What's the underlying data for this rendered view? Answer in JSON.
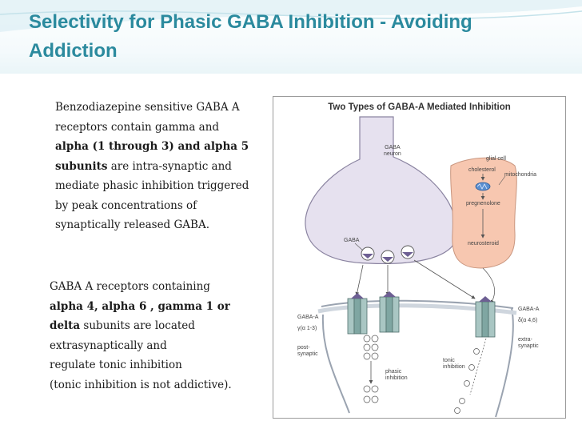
{
  "slide": {
    "title": "Selectivity for Phasic GABA Inhibition -  Avoiding Addiction",
    "paragraph1": [
      {
        "text": "Benzodiazepine sensitive GABA A",
        "bold": false
      },
      {
        "text": "receptors contain gamma and",
        "bold": false
      },
      {
        "text": "alpha (1 through 3) and alpha 5",
        "bold": true
      },
      {
        "text_bold": "subunits",
        "text_rest": "  are intra-synaptic and"
      },
      {
        "text": "mediate phasic inhibition triggered",
        "bold": false
      },
      {
        "text": "by peak concentrations of",
        "bold": false
      },
      {
        "text": "synaptically released GABA.",
        "bold": false
      }
    ],
    "paragraph2": [
      {
        "text": "GABA A receptors containing",
        "bold": false
      },
      {
        "text": "alpha 4, alpha 6 , gamma 1 or",
        "bold": true
      },
      {
        "text_bold": "delta",
        "text_rest": " subunits are located"
      },
      {
        "text": "extrasynaptically and",
        "bold": false
      },
      {
        "text": "regulate tonic inhibition",
        "bold": false
      },
      {
        "text": "(tonic inhibition is not addictive).",
        "bold": false
      }
    ]
  },
  "figure": {
    "title": "Two Types of GABA-A Mediated Inhibition",
    "labels": {
      "gaba_neuron": "GABA\nneuron",
      "glial_cell": "glial cell",
      "cholesterol": "cholesterol",
      "mitochondria": "mitochondria",
      "pregnenolone": "pregnenolone",
      "neurosteroid": "neurosteroid",
      "gaba": "GABA",
      "gaba_a_left": "GABA-A",
      "gaba_a_right": "GABA-A",
      "subunits_left": "γ(α 1-3)",
      "subunits_right": "δ(α 4,6)",
      "post_synaptic": "post-\nsynaptic",
      "extra_synaptic": "extra-\nsynaptic",
      "phasic_inhibition": "phasic\ninhibition",
      "tonic_inhibition": "tonic\ninhibition"
    },
    "colors": {
      "neuron_fill": "#e6e1ef",
      "glial_fill": "#f7c7b0",
      "receptor_fill": "#a9c6c3",
      "vesicle_fill": "#6d5f93",
      "mito_fill": "#5b8fd0",
      "title_color": "#2b8a9e"
    }
  }
}
